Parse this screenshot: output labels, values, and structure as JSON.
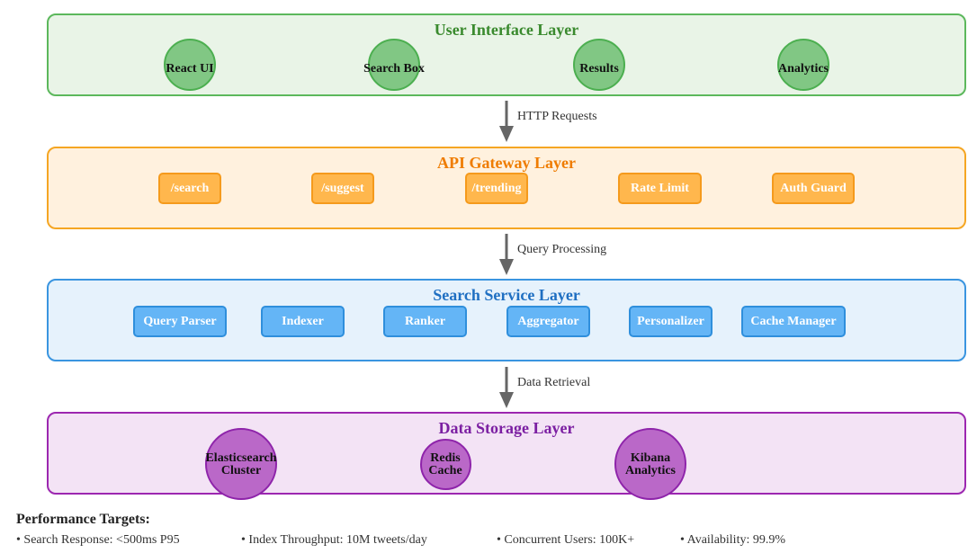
{
  "ui_layer": {
    "title": "User Interface Layer",
    "nodes": [
      "React UI",
      "Search Box",
      "Results",
      "Analytics"
    ]
  },
  "arrow1": "HTTP Requests",
  "api_layer": {
    "title": "API Gateway Layer",
    "nodes": [
      "/search",
      "/suggest",
      "/trending",
      "Rate Limit",
      "Auth Guard"
    ]
  },
  "arrow2": "Query Processing",
  "service_layer": {
    "title": "Search Service Layer",
    "nodes": [
      "Query Parser",
      "Indexer",
      "Ranker",
      "Aggregator",
      "Personalizer",
      "Cache Manager"
    ]
  },
  "arrow3": "Data Retrieval",
  "storage_layer": {
    "title": "Data Storage Layer",
    "nodes": [
      {
        "line1": "Elasticsearch",
        "line2": "Cluster"
      },
      {
        "line1": "Redis",
        "line2": "Cache"
      },
      {
        "line1": "Kibana",
        "line2": "Analytics"
      }
    ]
  },
  "performance": {
    "title": "Performance Targets:",
    "items": [
      "• Search Response: <500ms P95",
      "• Index Throughput: 10M tweets/day",
      "• Concurrent Users: 100K+",
      "• Availability: 99.9%"
    ]
  },
  "colors": {
    "ui_fill": "#e9f4e7",
    "ui_border": "#5cb85c",
    "ui_title": "#3a8a2e",
    "ui_node": "#81c784",
    "ui_node_border": "#4caf50",
    "api_fill": "#fff1de",
    "api_border": "#f5a623",
    "api_title": "#ef7c00",
    "api_node": "#ffb74d",
    "api_node_border": "#f59a1c",
    "svc_fill": "#e6f2fc",
    "svc_border": "#3a95e0",
    "svc_title": "#1f6fc2",
    "svc_node": "#64b5f6",
    "svc_node_border": "#2f8fdc",
    "db_fill": "#f3e3f5",
    "db_border": "#9c27b0",
    "db_title": "#7b1fa2",
    "db_node": "#ba68c8",
    "db_node_border": "#8e24aa",
    "arrow": "#666666"
  }
}
